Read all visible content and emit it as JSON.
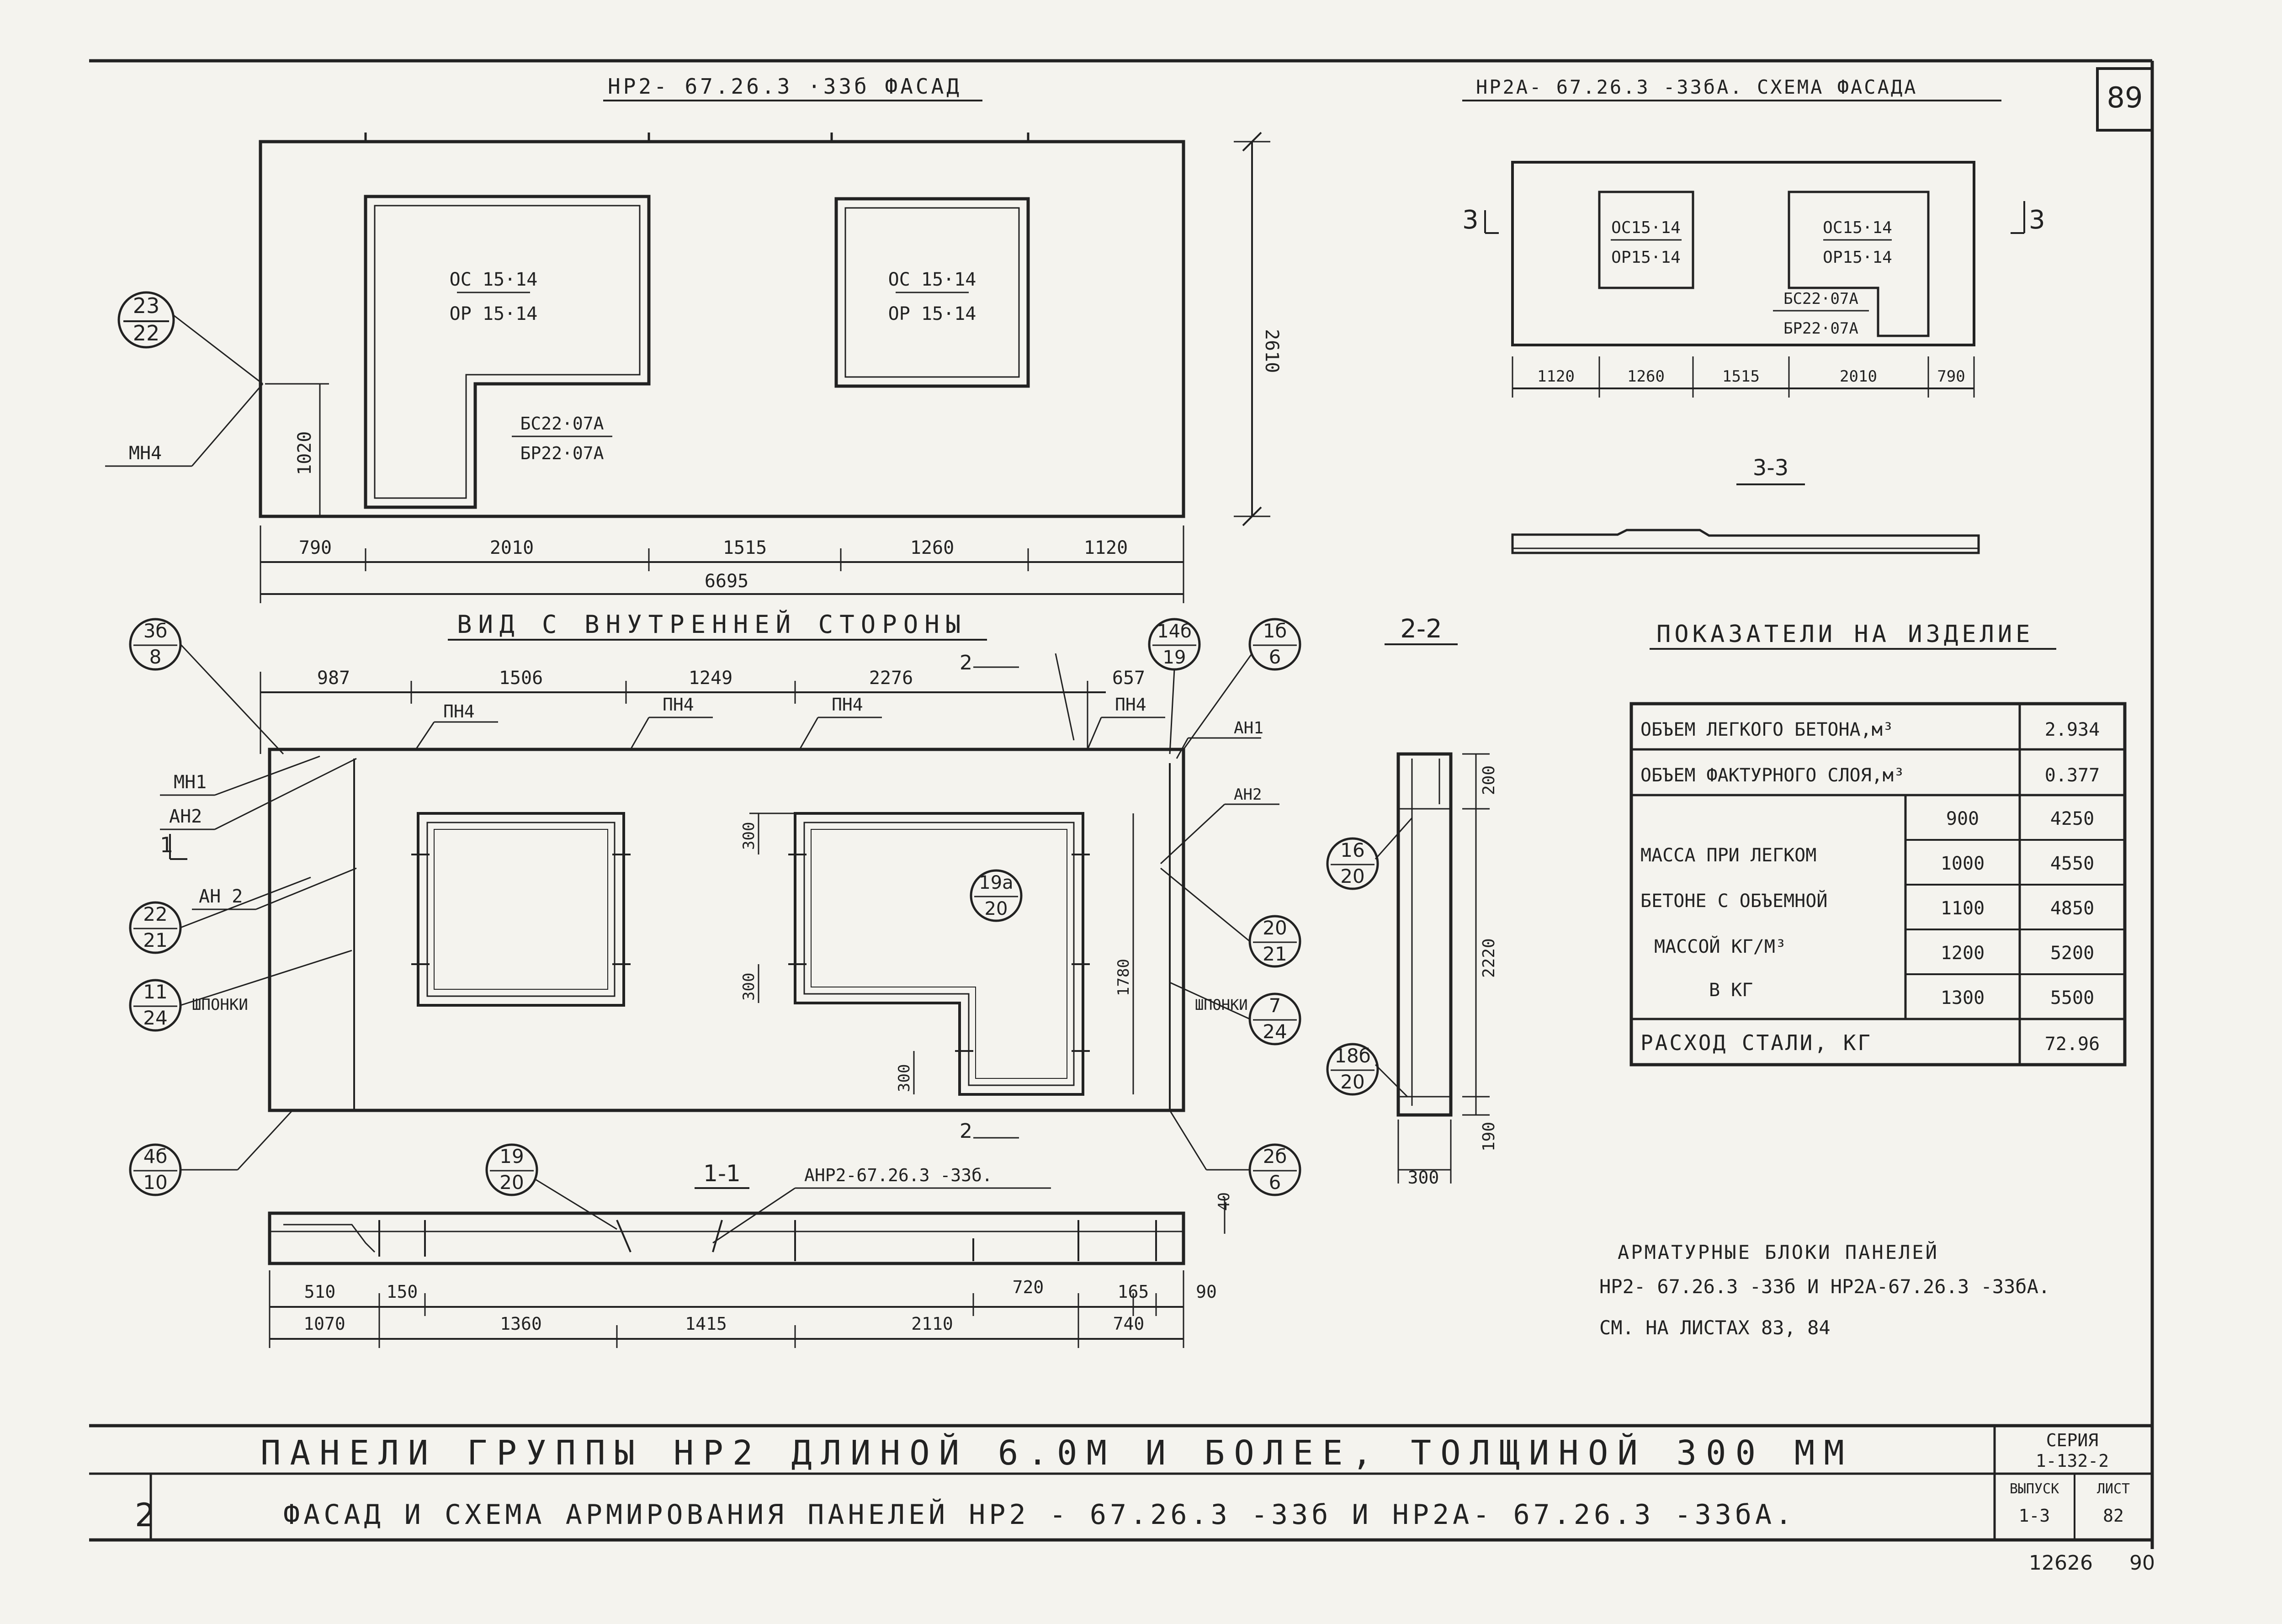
{
  "sheet_number": "89",
  "facade": {
    "title": "НР2- 67.26.3 ·33б ФАСАД",
    "win1": {
      "top": "ОС 15·14",
      "bottom": "ОР 15·14"
    },
    "win2": {
      "top": "ОС 15·14",
      "bottom": "ОР 15·14"
    },
    "door": {
      "top": "БС22·07А",
      "bottom": "БР22·07А"
    },
    "height": "2610",
    "side_dim": "1020",
    "dims": [
      "790",
      "2010",
      "1515",
      "1260",
      "1120"
    ],
    "total": "6695",
    "callout": {
      "top": "23",
      "bottom": "22"
    },
    "mn4": "МН4"
  },
  "scheme": {
    "title": "НР2А- 67.26.3 -33бА. СХЕМА ФАСАДА",
    "win1": {
      "top": "ОС15·14",
      "bottom": "ОР15·14"
    },
    "win2": {
      "top": "ОС15·14",
      "bottom": "ОР15·14"
    },
    "door": {
      "top": "БС22·07А",
      "bottom": "БР22·07А"
    },
    "dims": [
      "1120",
      "1260",
      "1515",
      "2010",
      "790"
    ],
    "mark": "3",
    "section_title": "3-3"
  },
  "inner": {
    "title": "ВИД С ВНУТРЕННЕЙ СТОРОНЫ",
    "top_dims": [
      "987",
      "1506",
      "1249",
      "2276",
      "657"
    ],
    "pn4": [
      "ПН4",
      "ПН4",
      "ПН4",
      "ПН4"
    ],
    "mark2": "2",
    "mark1": "1",
    "labels": {
      "mn1": "МН1",
      "an2a": "АН2",
      "an2b": "АН 2",
      "an1": "АН1",
      "an2c": "АН2",
      "shponki": "ШПОНКИ"
    },
    "vdims": {
      "d300a": "300",
      "d300b": "300",
      "d300c": "300",
      "d1780": "1780"
    },
    "callouts": [
      {
        "top": "3б",
        "bottom": "8"
      },
      {
        "top": "22",
        "bottom": "21"
      },
      {
        "top": "11",
        "bottom": "24"
      },
      {
        "top": "4б",
        "bottom": "10"
      },
      {
        "top": "14б",
        "bottom": "19"
      },
      {
        "top": "1б",
        "bottom": "6"
      },
      {
        "top": "19а",
        "bottom": "20"
      },
      {
        "top": "20",
        "bottom": "21"
      },
      {
        "top": "7",
        "bottom": "24"
      },
      {
        "top": "2б",
        "bottom": "6"
      },
      {
        "top": "19",
        "bottom": "20"
      }
    ]
  },
  "section11": {
    "title": "1-1",
    "label": "АНР2-67.26.3 -33б.",
    "dims_top": [
      "510",
      "150",
      "720",
      "165",
      "90"
    ],
    "dims_bottom": [
      "1070",
      "1360",
      "1415",
      "2110",
      "740"
    ],
    "d40": "40"
  },
  "section22": {
    "title": "2-2",
    "dims": [
      "200",
      "2220",
      "190"
    ],
    "width": "300",
    "callouts": [
      {
        "top": "16",
        "bottom": "20"
      },
      {
        "top": "18б",
        "bottom": "20"
      }
    ]
  },
  "indicators": {
    "title": "ПОКАЗАТЕЛИ НА ИЗДЕЛИЕ",
    "rows": [
      {
        "label": "ОБЪЕМ ЛЕГКОГО БЕТОНА,м³",
        "value": "2.934"
      },
      {
        "label": "ОБЪЕМ ФАКТУРНОГО СЛОЯ,м³",
        "value": "0.377"
      }
    ],
    "mass_label": [
      "МАССА ПРИ ЛЕГКОМ",
      "БЕТОНЕ С ОБЪЕМНОЙ",
      "МАССОЙ   КГ/М³",
      "В КГ"
    ],
    "mass_rows": [
      {
        "density": "900",
        "mass": "4250"
      },
      {
        "density": "1000",
        "mass": "4550"
      },
      {
        "density": "1100",
        "mass": "4850"
      },
      {
        "density": "1200",
        "mass": "5200"
      },
      {
        "density": "1300",
        "mass": "5500"
      }
    ],
    "steel": {
      "label": "РАСХОД СТАЛИ, КГ",
      "value": "72.96"
    }
  },
  "note": [
    "АРМАТУРНЫЕ БЛОКИ ПАНЕЛЕЙ",
    "НР2- 67.26.3 -33б И НР2А-67.26.3 -33бА.",
    "СМ. НА ЛИСТАХ 83, 84"
  ],
  "title_block": {
    "line1": "ПАНЕЛИ ГРУППЫ НР2 ДЛИНОЙ 6.0М И БОЛЕЕ, ТОЛЩИНОЙ 300 ММ",
    "line2": "ФАСАД И СХЕМА АРМИРОВАНИЯ ПАНЕЛЕЙ НР2 - 67.26.3 -33б И НР2А- 67.26.3 -33бА.",
    "series_label": "СЕРИЯ",
    "series_value": "1-132-2",
    "issue_label": "ВЫПУСК",
    "issue_value": "1-3",
    "sheet_label": "ЛИСТ",
    "sheet_value": "82",
    "left_mark": "2"
  },
  "bottom_numbers": [
    "12626",
    "90"
  ]
}
